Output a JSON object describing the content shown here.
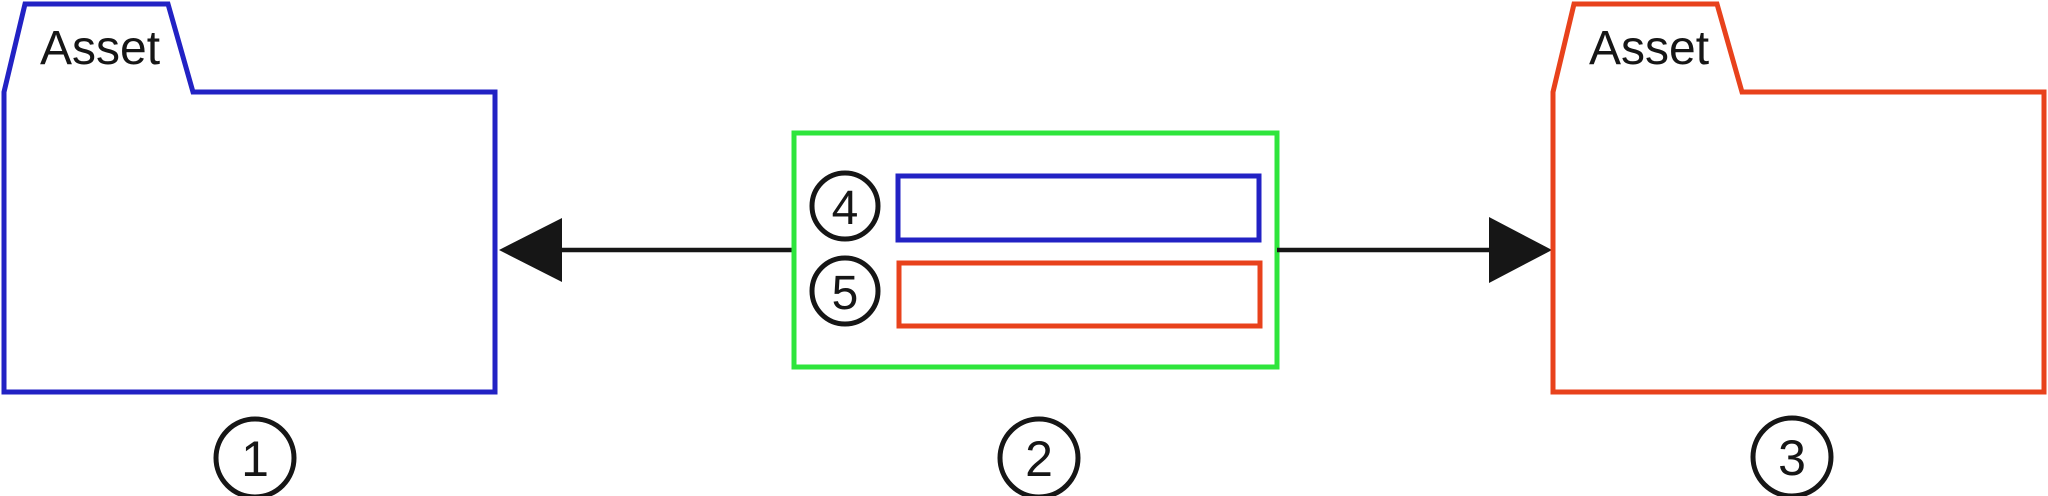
{
  "diagram": {
    "description": "Two Asset folders linked by arrows to a central mapping box",
    "colors": {
      "blue": "#2222c4",
      "green": "#2ee53c",
      "red": "#e8421c",
      "black": "#161616",
      "background": "#ffffff"
    },
    "left_folder": {
      "label": "Asset",
      "badge": "1"
    },
    "mapping_box": {
      "badge": "2",
      "rows": [
        {
          "badge": "4",
          "color_name": "blue"
        },
        {
          "badge": "5",
          "color_name": "red"
        }
      ]
    },
    "right_folder": {
      "label": "Asset",
      "badge": "3"
    }
  }
}
